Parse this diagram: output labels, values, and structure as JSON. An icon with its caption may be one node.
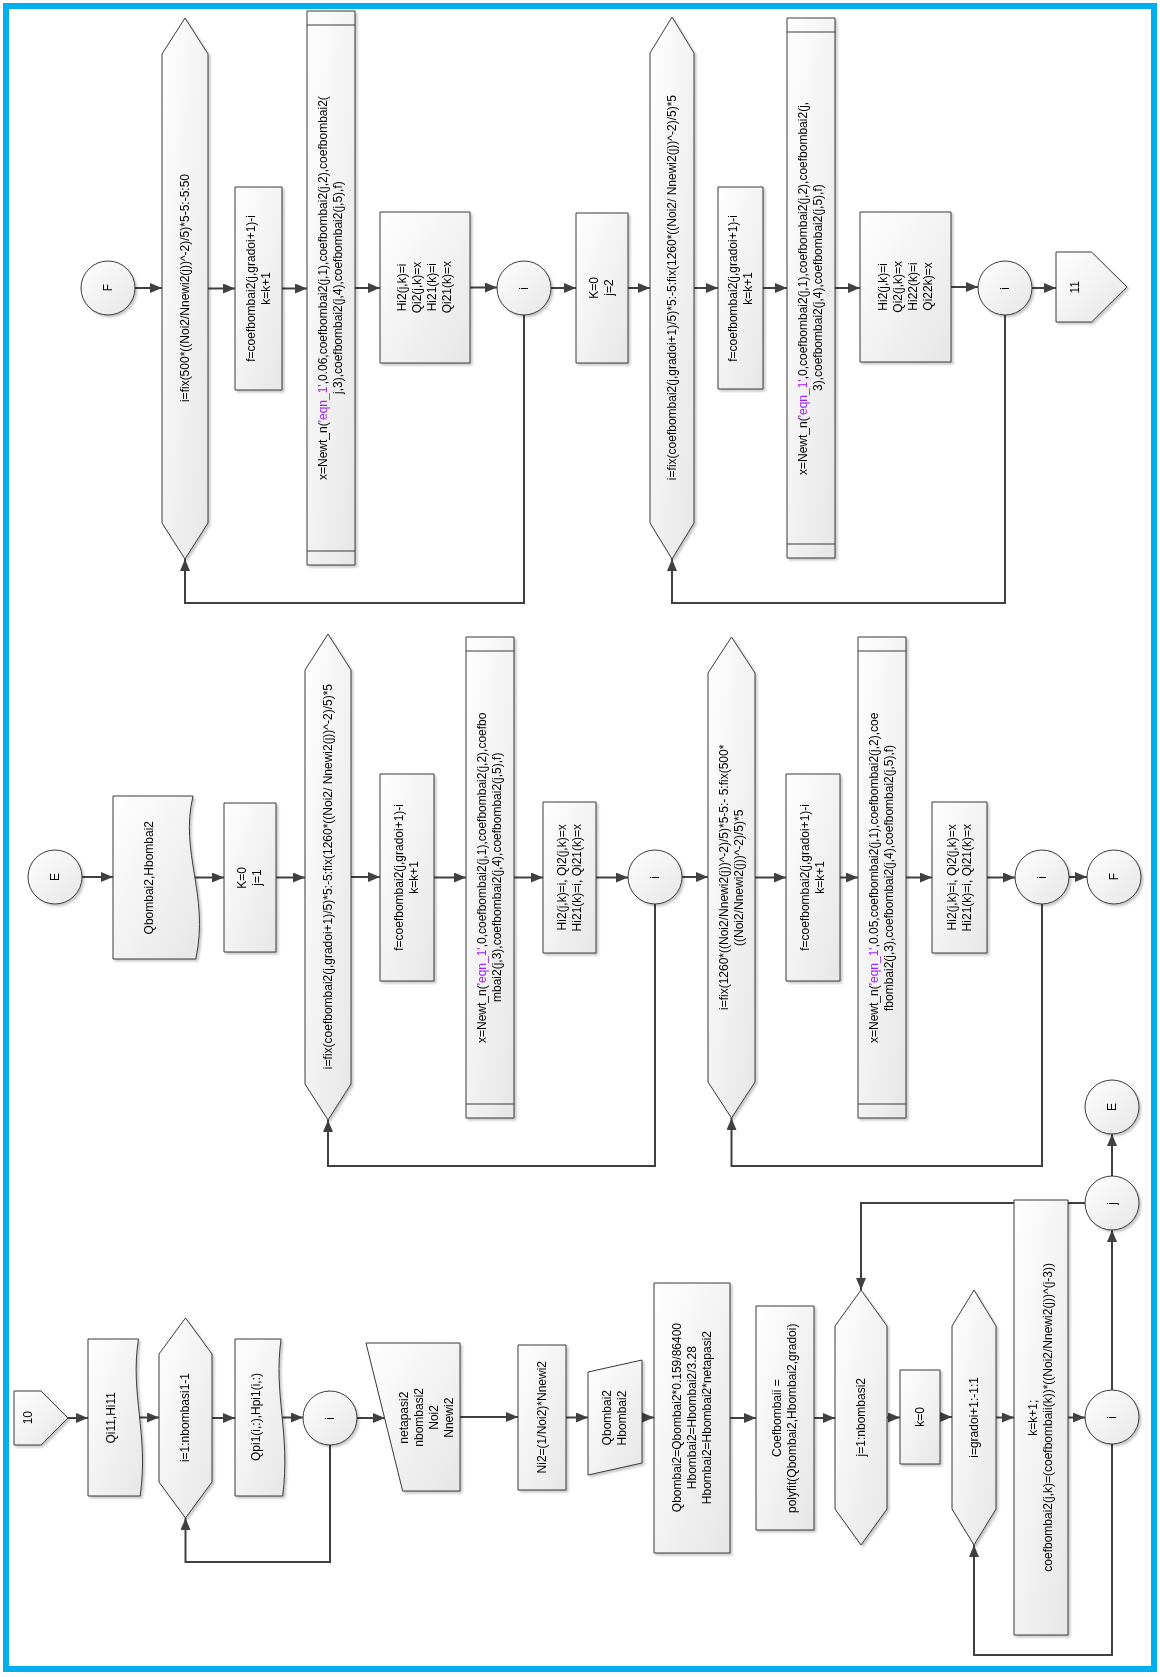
{
  "diagram": {
    "nodes": [
      {
        "text": [
          "10"
        ]
      },
      {
        "text": [
          "Qi11,Hi11"
        ]
      },
      {
        "text": [
          "i=1:nbombasi1-1"
        ]
      },
      {
        "text": [
          "Qpi1(i,:),Hpi1(i,:)"
        ]
      },
      {
        "text": [
          "i"
        ]
      },
      {
        "text": [
          "netapasi2",
          "nbombasi2",
          "Noi2",
          "Nnewi2"
        ]
      },
      {
        "text": [
          "Ni2=(1/Noi2)*Nnewi2"
        ]
      },
      {
        "text": [
          "Qbombai2",
          "Hbombai2"
        ]
      },
      {
        "text": [
          "Qbombai2=Qbombai2*0.159/86400",
          "Hbombai2=Hbombai2/3.28",
          "Hbombai2=Hbombai2*netapasi2"
        ]
      },
      {
        "text": [
          "Coefbombaii = polyfit(Qbombai2,Hbombai2,gradoi)"
        ]
      },
      {
        "text": [
          "j=1:nbombasi2"
        ]
      },
      {
        "text": [
          "k=0"
        ]
      },
      {
        "text": [
          "i=gradoi+1:-1:1"
        ]
      },
      {
        "text": [
          "k=k+1;",
          "coefbombai2(j,k)=(coefbombaii(k))*((Noi2/Nnewi2(j))^(j-3))"
        ]
      },
      {
        "text": [
          "i"
        ]
      },
      {
        "text": [
          "j"
        ]
      },
      {
        "text": [
          "E"
        ]
      },
      {
        "text": [
          "E"
        ]
      },
      {
        "text": [
          "Qbombai2,Hbombai2"
        ]
      },
      {
        "text": [
          "K=0",
          "j=1"
        ]
      },
      {
        "text": [
          "i=fix(coefbombai2(j,gradoi+1)/5)*5:-5:fix(1260*((Noi2/ Nnewi2(j))^-2)/5)*5"
        ]
      },
      {
        "text": [
          "f=coefbombai2(j,gradoi+1)-i",
          "k=k+1"
        ]
      },
      {
        "text": [
          "x=Newt_n('eqn_1',0,coefbombai2(j,1),coefbombai2(j,2),coefbo mbai2(j,3),coefbombai2(j,4),coefbombai2(j,5),f)"
        ]
      },
      {
        "text": [
          "Hi2(j,k)=i, Qi2(j,k)=x",
          "Hi21(k)=i, Qi21(k)=x"
        ]
      },
      {
        "text": [
          "i"
        ]
      },
      {
        "text": [
          "i=fix(1260*((Noi2/Nnewi2(j))^-2)/5)*5-5:- 5:fix(500*((Noi2/Nnewi2(j))^-2)/5)*5"
        ]
      },
      {
        "text": [
          "f=coefbombai2(j,gradoi+1)-i",
          "k=k+1"
        ]
      },
      {
        "text": [
          "x=Newt_n('eqn_1',0.05,coefbombai2(j,1),coefbombai2(j,2),coe fbombai2(j,3),coefbombai2(j,4),coefbombai2(j,5),f)"
        ]
      },
      {
        "text": [
          "Hi2(j,k)=i, Qi2(j,k)=x",
          "Hi21(k)=i, Qi21(k)=x"
        ]
      },
      {
        "text": [
          "i"
        ]
      },
      {
        "text": [
          "F"
        ]
      },
      {
        "text": [
          "F"
        ]
      },
      {
        "text": [
          "i=fix(500*((Noi2/Nnewi2(j))^-2)/5)*5-5:-5:50"
        ]
      },
      {
        "text": [
          "f=coefbombai2(j,gradoi+1)-i",
          "k=k+1"
        ]
      },
      {
        "text": [
          "x=Newt_n('eqn_1',0.06,coefbombai2(j,1),coefbombai2(j,2),coefbombai2( j,3),coefbombai2(j,4),coefbombai2(j,5),f)"
        ]
      },
      {
        "text": [
          "Hi2(j,k)=i",
          "Qi2(j,k)=x",
          "Hi21(k)=i",
          "Qi21(k)=x"
        ]
      },
      {
        "text": [
          "i"
        ]
      },
      {
        "text": [
          "K=0",
          "j=2"
        ]
      },
      {
        "text": [
          "i=fix(coefbombai2(j,gradoi+1)/5)*5:-5:fix(1260*((Noi2/ Nnewi2(j))^-2)/5)*5"
        ]
      },
      {
        "text": [
          "f=coefbombai2(j,gradoi+1)-i",
          "k=k+1"
        ]
      },
      {
        "text": [
          "x=Newt_n('eqn_1',0,coefbombai2(j,1),coefbombai2(j,2),coefbombai2(j, 3),coefbombai2(j,4),coefbombai2(j,5),f)"
        ]
      },
      {
        "text": [
          "Hi2(j,k)=i",
          "Qi2(j,k)=x",
          "Hi22(k)=i",
          "Qi22k)=x"
        ]
      },
      {
        "text": [
          "i"
        ]
      },
      {
        "text": [
          "11"
        ]
      }
    ],
    "edges": [
      {
        "from": 0,
        "to": 1,
        "arrow": "to"
      },
      {
        "from": 1,
        "to": 2,
        "arrow": "to"
      },
      {
        "from": 2,
        "to": 3,
        "arrow": "to"
      },
      {
        "from": 3,
        "to": 4,
        "arrow": "to"
      },
      {
        "from": 4,
        "to": 5,
        "arrow": "to"
      },
      {
        "from": 5,
        "to": 6,
        "arrow": "to"
      },
      {
        "from": 6,
        "to": 7,
        "arrow": "to"
      },
      {
        "from": 7,
        "to": 8,
        "arrow": "to"
      },
      {
        "from": 8,
        "to": 9,
        "arrow": "to"
      },
      {
        "from": 9,
        "to": 10,
        "arrow": "to"
      },
      {
        "from": 10,
        "to": 11,
        "arrow": "to"
      },
      {
        "from": 11,
        "to": 12,
        "arrow": "to"
      },
      {
        "from": 12,
        "to": 13,
        "arrow": "to"
      },
      {
        "from": 13,
        "to": 14,
        "arrow": "to"
      },
      {
        "from": 14,
        "to": 15,
        "arrow": "to"
      },
      {
        "from": 15,
        "to": 16,
        "arrow": "to"
      },
      {
        "from": 15,
        "to": 10,
        "arrow": "to"
      },
      {
        "from": 14,
        "to": 12,
        "arrow": "to"
      },
      {
        "from": 4,
        "to": 2,
        "arrow": "to"
      },
      {
        "from": 17,
        "to": 18,
        "arrow": "to"
      },
      {
        "from": 18,
        "to": 19,
        "arrow": "to"
      },
      {
        "from": 19,
        "to": 20,
        "arrow": "to"
      },
      {
        "from": 20,
        "to": 21,
        "arrow": "to"
      },
      {
        "from": 21,
        "to": 22,
        "arrow": "to"
      },
      {
        "from": 22,
        "to": 23,
        "arrow": "to"
      },
      {
        "from": 23,
        "to": 24,
        "arrow": "to"
      },
      {
        "from": 24,
        "to": 25,
        "arrow": "to"
      },
      {
        "from": 25,
        "to": 26,
        "arrow": "to"
      },
      {
        "from": 26,
        "to": 27,
        "arrow": "to"
      },
      {
        "from": 27,
        "to": 28,
        "arrow": "to"
      },
      {
        "from": 28,
        "to": 29,
        "arrow": "to"
      },
      {
        "from": 29,
        "to": 30,
        "arrow": "to"
      },
      {
        "from": 24,
        "to": 20,
        "arrow": "to"
      },
      {
        "from": 29,
        "to": 25,
        "arrow": "to"
      },
      {
        "from": 31,
        "to": 32,
        "arrow": "to"
      },
      {
        "from": 32,
        "to": 33,
        "arrow": "to"
      },
      {
        "from": 33,
        "to": 34,
        "arrow": "to"
      },
      {
        "from": 34,
        "to": 35,
        "arrow": "to"
      },
      {
        "from": 35,
        "to": 36,
        "arrow": "to"
      },
      {
        "from": 36,
        "to": 37,
        "arrow": "to"
      },
      {
        "from": 37,
        "to": 38,
        "arrow": "to"
      },
      {
        "from": 38,
        "to": 39,
        "arrow": "to"
      },
      {
        "from": 39,
        "to": 40,
        "arrow": "to"
      },
      {
        "from": 40,
        "to": 41,
        "arrow": "to"
      },
      {
        "from": 41,
        "to": 42,
        "arrow": "to"
      },
      {
        "from": 42,
        "to": 43,
        "arrow": "to"
      },
      {
        "from": 36,
        "to": 32,
        "arrow": "to"
      },
      {
        "from": 42,
        "to": 38,
        "arrow": "to"
      }
    ]
  }
}
